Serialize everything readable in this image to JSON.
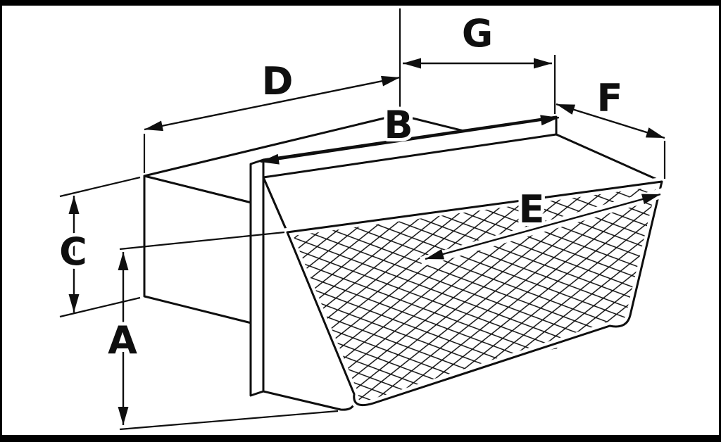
{
  "figure": {
    "dimension_labels": {
      "A": "A",
      "B": "B",
      "C": "C",
      "D": "D",
      "E": "E",
      "F": "F",
      "G": "G"
    },
    "colors": {
      "line": "#0f0f0f",
      "background": "#ffffff",
      "frame": "#000000"
    }
  }
}
